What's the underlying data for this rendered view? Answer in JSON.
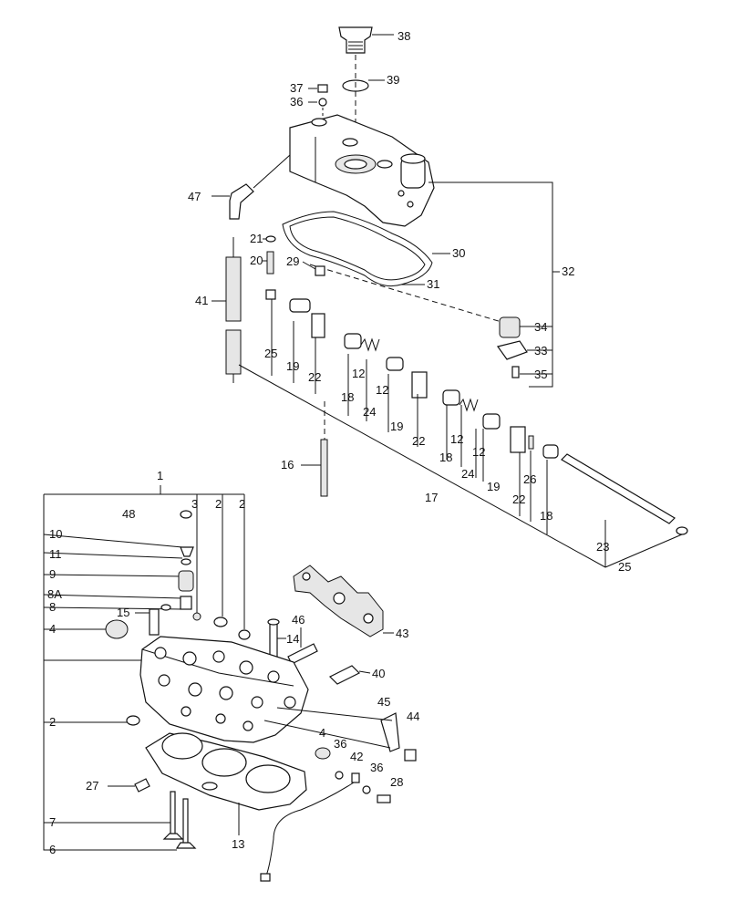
{
  "callouts": [
    {
      "id": "c38",
      "text": "38"
    },
    {
      "id": "c39",
      "text": "39"
    },
    {
      "id": "c37",
      "text": "37"
    },
    {
      "id": "c36a",
      "text": "36"
    },
    {
      "id": "c47",
      "text": "47"
    },
    {
      "id": "c21",
      "text": "21"
    },
    {
      "id": "c20",
      "text": "20"
    },
    {
      "id": "c29",
      "text": "29"
    },
    {
      "id": "c30",
      "text": "30"
    },
    {
      "id": "c31",
      "text": "31"
    },
    {
      "id": "c32",
      "text": "32"
    },
    {
      "id": "c41",
      "text": "41"
    },
    {
      "id": "c34",
      "text": "34"
    },
    {
      "id": "c33",
      "text": "33"
    },
    {
      "id": "c35",
      "text": "35"
    },
    {
      "id": "c25a",
      "text": "25"
    },
    {
      "id": "c19a",
      "text": "19"
    },
    {
      "id": "c22a",
      "text": "22"
    },
    {
      "id": "c12a",
      "text": "12"
    },
    {
      "id": "c12b",
      "text": "12"
    },
    {
      "id": "c18a",
      "text": "18"
    },
    {
      "id": "c24a",
      "text": "24"
    },
    {
      "id": "c19b",
      "text": "19"
    },
    {
      "id": "c22b",
      "text": "22"
    },
    {
      "id": "c12c",
      "text": "12"
    },
    {
      "id": "c12d",
      "text": "12"
    },
    {
      "id": "c18b",
      "text": "18"
    },
    {
      "id": "c24b",
      "text": "24"
    },
    {
      "id": "c19c",
      "text": "19"
    },
    {
      "id": "c26",
      "text": "26"
    },
    {
      "id": "c22c",
      "text": "22"
    },
    {
      "id": "c18c",
      "text": "18"
    },
    {
      "id": "c16",
      "text": "16"
    },
    {
      "id": "c17",
      "text": "17"
    },
    {
      "id": "c23",
      "text": "23"
    },
    {
      "id": "c25b",
      "text": "25"
    },
    {
      "id": "c1",
      "text": "1"
    },
    {
      "id": "c48",
      "text": "48"
    },
    {
      "id": "c3",
      "text": "3"
    },
    {
      "id": "c2a",
      "text": "2"
    },
    {
      "id": "c2b",
      "text": "2"
    },
    {
      "id": "c10",
      "text": "10"
    },
    {
      "id": "c11",
      "text": "11"
    },
    {
      "id": "c9",
      "text": "9"
    },
    {
      "id": "c8A",
      "text": "8A"
    },
    {
      "id": "c8",
      "text": "8"
    },
    {
      "id": "c15",
      "text": "15"
    },
    {
      "id": "c4a",
      "text": "4"
    },
    {
      "id": "c46",
      "text": "46"
    },
    {
      "id": "c14",
      "text": "14"
    },
    {
      "id": "c43",
      "text": "43"
    },
    {
      "id": "c40",
      "text": "40"
    },
    {
      "id": "c2c",
      "text": "2"
    },
    {
      "id": "c45",
      "text": "45"
    },
    {
      "id": "c44",
      "text": "44"
    },
    {
      "id": "c4b",
      "text": "4"
    },
    {
      "id": "c36b",
      "text": "36"
    },
    {
      "id": "c42",
      "text": "42"
    },
    {
      "id": "c36c",
      "text": "36"
    },
    {
      "id": "c28",
      "text": "28"
    },
    {
      "id": "c27",
      "text": "27"
    },
    {
      "id": "c7",
      "text": "7"
    },
    {
      "id": "c13",
      "text": "13"
    },
    {
      "id": "c6",
      "text": "6"
    }
  ]
}
